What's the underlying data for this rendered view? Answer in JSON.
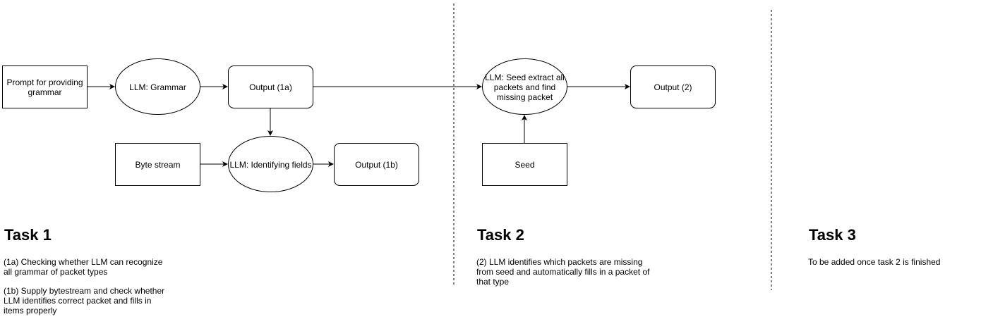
{
  "nodes": {
    "prompt": "Prompt for providing grammar",
    "llm_grammar": "LLM: Grammar",
    "output_1a": "Output (1a)",
    "byte_stream": "Byte stream",
    "llm_identify": "LLM: Identifying fields",
    "output_1b": "Output (1b)",
    "llm_seed": "LLM: Seed extract all packets and find missing packet",
    "seed": "Seed",
    "output_2": "Output (2)"
  },
  "tasks": [
    {
      "title": "Task 1",
      "desc": [
        "(1a) Checking whether LLM can recognize all grammar of packet types",
        "(1b) Supply bytestream and check whether LLM identifies correct packet and fills in items properly"
      ]
    },
    {
      "title": "Task 2",
      "desc": [
        "(2) LLM identifies which packets are missing from seed and automatically fills in a packet of that type"
      ]
    },
    {
      "title": "Task 3",
      "desc": [
        "To be added once task 2 is finished"
      ]
    }
  ],
  "colors": {
    "stroke": "#000000",
    "fill": "#ffffff"
  }
}
